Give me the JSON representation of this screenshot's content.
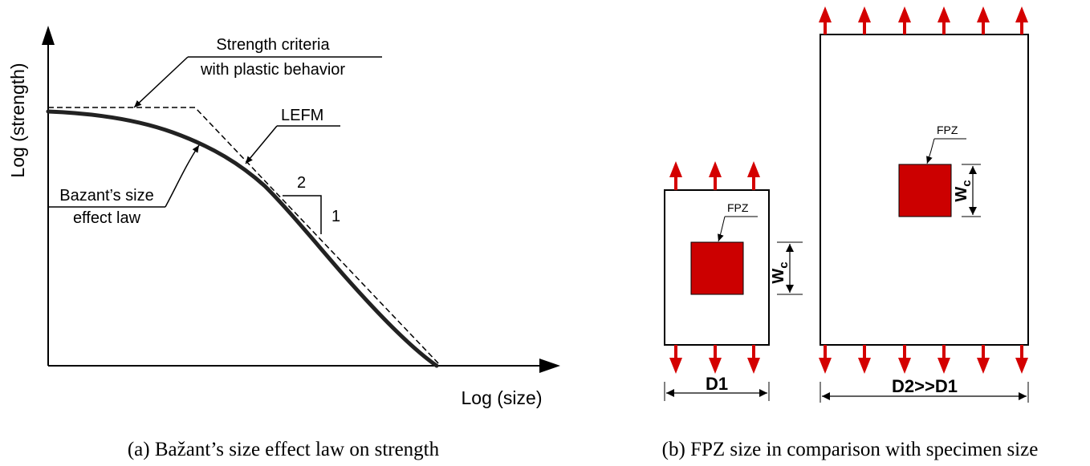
{
  "panel_a": {
    "y_axis_label": "Log (strength)",
    "x_axis_label": "Log (size)",
    "annotation_strength_line1": "Strength criteria",
    "annotation_strength_line2": "with plastic behavior",
    "annotation_lefm": "LEFM",
    "annotation_bazant_line1": "Bazant’s size",
    "annotation_bazant_line2": "effect law",
    "slope_run": "2",
    "slope_rise": "1",
    "caption": "(a) Bažant’s size effect law on strength"
  },
  "panel_b": {
    "small_specimen": {
      "fpz_label": "FPZ",
      "width_label": "D1",
      "fpz_dim_label": "W",
      "fpz_dim_subscript": "c"
    },
    "large_specimen": {
      "fpz_label": "FPZ",
      "width_label": "D2>>D1",
      "fpz_dim_label": "W",
      "fpz_dim_subscript": "c"
    },
    "caption": "(b) FPZ size in comparison with specimen size"
  },
  "colors": {
    "fpz_fill": "#cc0000",
    "arrow": "#d40000",
    "line": "#000000"
  }
}
